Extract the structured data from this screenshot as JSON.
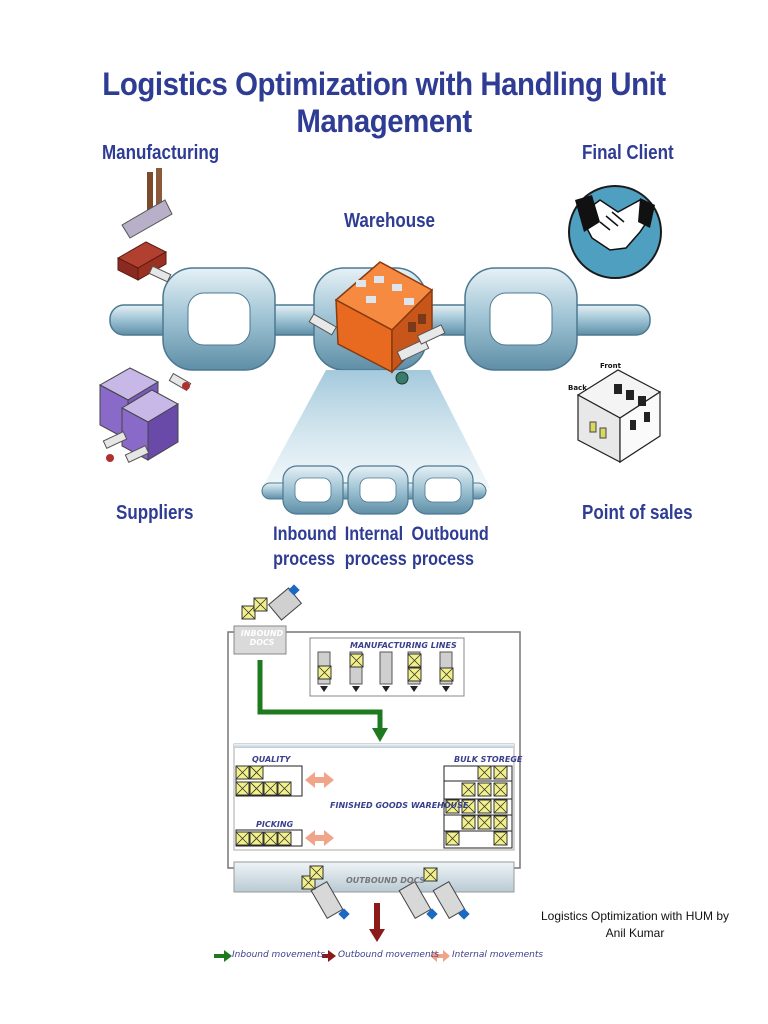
{
  "title": "Logistics Optimization with Handling Unit Management",
  "nodes": {
    "manufacturing": "Manufacturing",
    "warehouse": "Warehouse",
    "final_client": "Final Client",
    "suppliers": "Suppliers",
    "point_of_sales": "Point of sales",
    "inbound": "Inbound process",
    "internal": "Internal process",
    "outbound": "Outbound process",
    "store_front": "Front",
    "store_back": "Back"
  },
  "layout_diagram": {
    "inbound_docs": "INBOUND DOCS",
    "manufacturing_lines": "MANUFACTURING LINES",
    "quality": "QUALITY",
    "bulk_storage": "BULK STOREGE",
    "finished_goods": "FINISHED GOODS WAREHOUSE",
    "picking": "PICKING",
    "outbound_docs": "OUTBOUND DOCS"
  },
  "legend": {
    "inbound": "Inbound movements",
    "outbound": "Outbound movements",
    "internal": "Internal movements"
  },
  "caption": {
    "line1": "Logistics Optimization with HUM by",
    "line2": "Anil Kumar"
  },
  "colors": {
    "title": "#2f3c94",
    "chain": "#9ec4d4",
    "warehouse": "#f07a30",
    "inbound_arrow": "#1e7a1e",
    "outbound_arrow": "#8b1a1a",
    "internal_arrow": "#f0a58a",
    "box": "#f2f08a"
  }
}
